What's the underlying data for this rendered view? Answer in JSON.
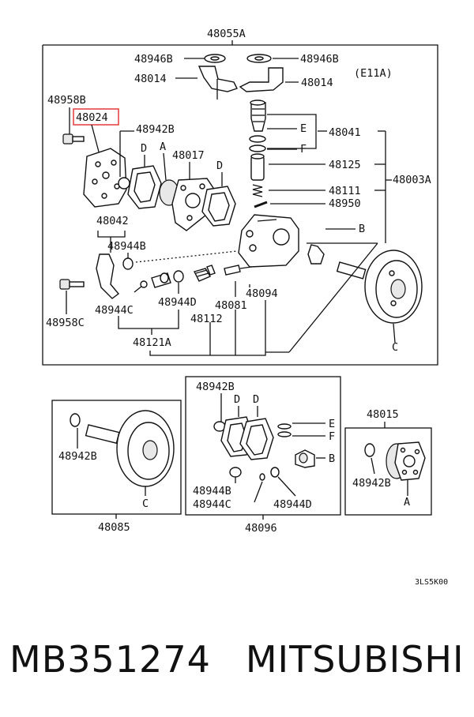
{
  "diagram": {
    "assembly_code": "48055A",
    "variant": "(E11A)",
    "labels": {
      "l48946B_left": "48946B",
      "l48946B_right": "48946B",
      "l48014_left": "48014",
      "l48014_right": "48014",
      "l48958B_top": "48958B",
      "l48024": "48024",
      "l48942B_top": "48942B",
      "l48017": "48017",
      "l48041": "48041",
      "l48125": "48125",
      "l48003A": "48003A",
      "l48111": "48111",
      "l48950": "48950",
      "l48042": "48042",
      "l48944B": "48944B",
      "l48944C": "48944C",
      "l48944D": "48944D",
      "l48081": "48081",
      "l48094": "48094",
      "l48112": "48112",
      "l48958C": "48958C",
      "l48121A": "48121A"
    },
    "letters": {
      "A": "A",
      "B": "B",
      "C": "C",
      "D": "D",
      "E": "E",
      "F": "F"
    },
    "sub_kits": [
      {
        "code": "48096",
        "labels": {
          "a": "48942B",
          "b": "48944B",
          "c": "48944C",
          "d": "48944D"
        }
      },
      {
        "code": "48085",
        "labels": {
          "a": "48942B"
        }
      },
      {
        "code": "48015",
        "labels": {
          "a": "48942B"
        }
      }
    ],
    "drawing_code": "3LS5K00"
  },
  "caption": {
    "part_number": "MB351274",
    "brand": "MITSUBISHI"
  },
  "colors": {
    "line": "#111111",
    "highlight": "#e23a3a",
    "background": "#ffffff"
  }
}
